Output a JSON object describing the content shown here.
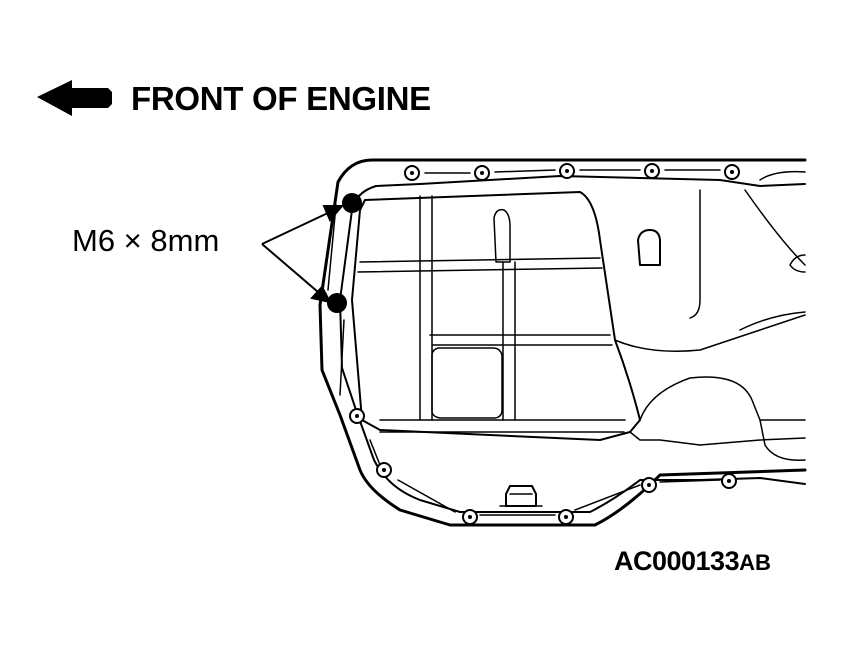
{
  "header": {
    "direction_label": "FRONT OF ENGINE",
    "direction_icon": "left-arrow-icon"
  },
  "callout": {
    "bolt_spec": "M6 × 8mm"
  },
  "figure": {
    "code_main": "AC000133",
    "code_suffix": "AB"
  },
  "colors": {
    "line": "#000000",
    "background": "#ffffff"
  }
}
